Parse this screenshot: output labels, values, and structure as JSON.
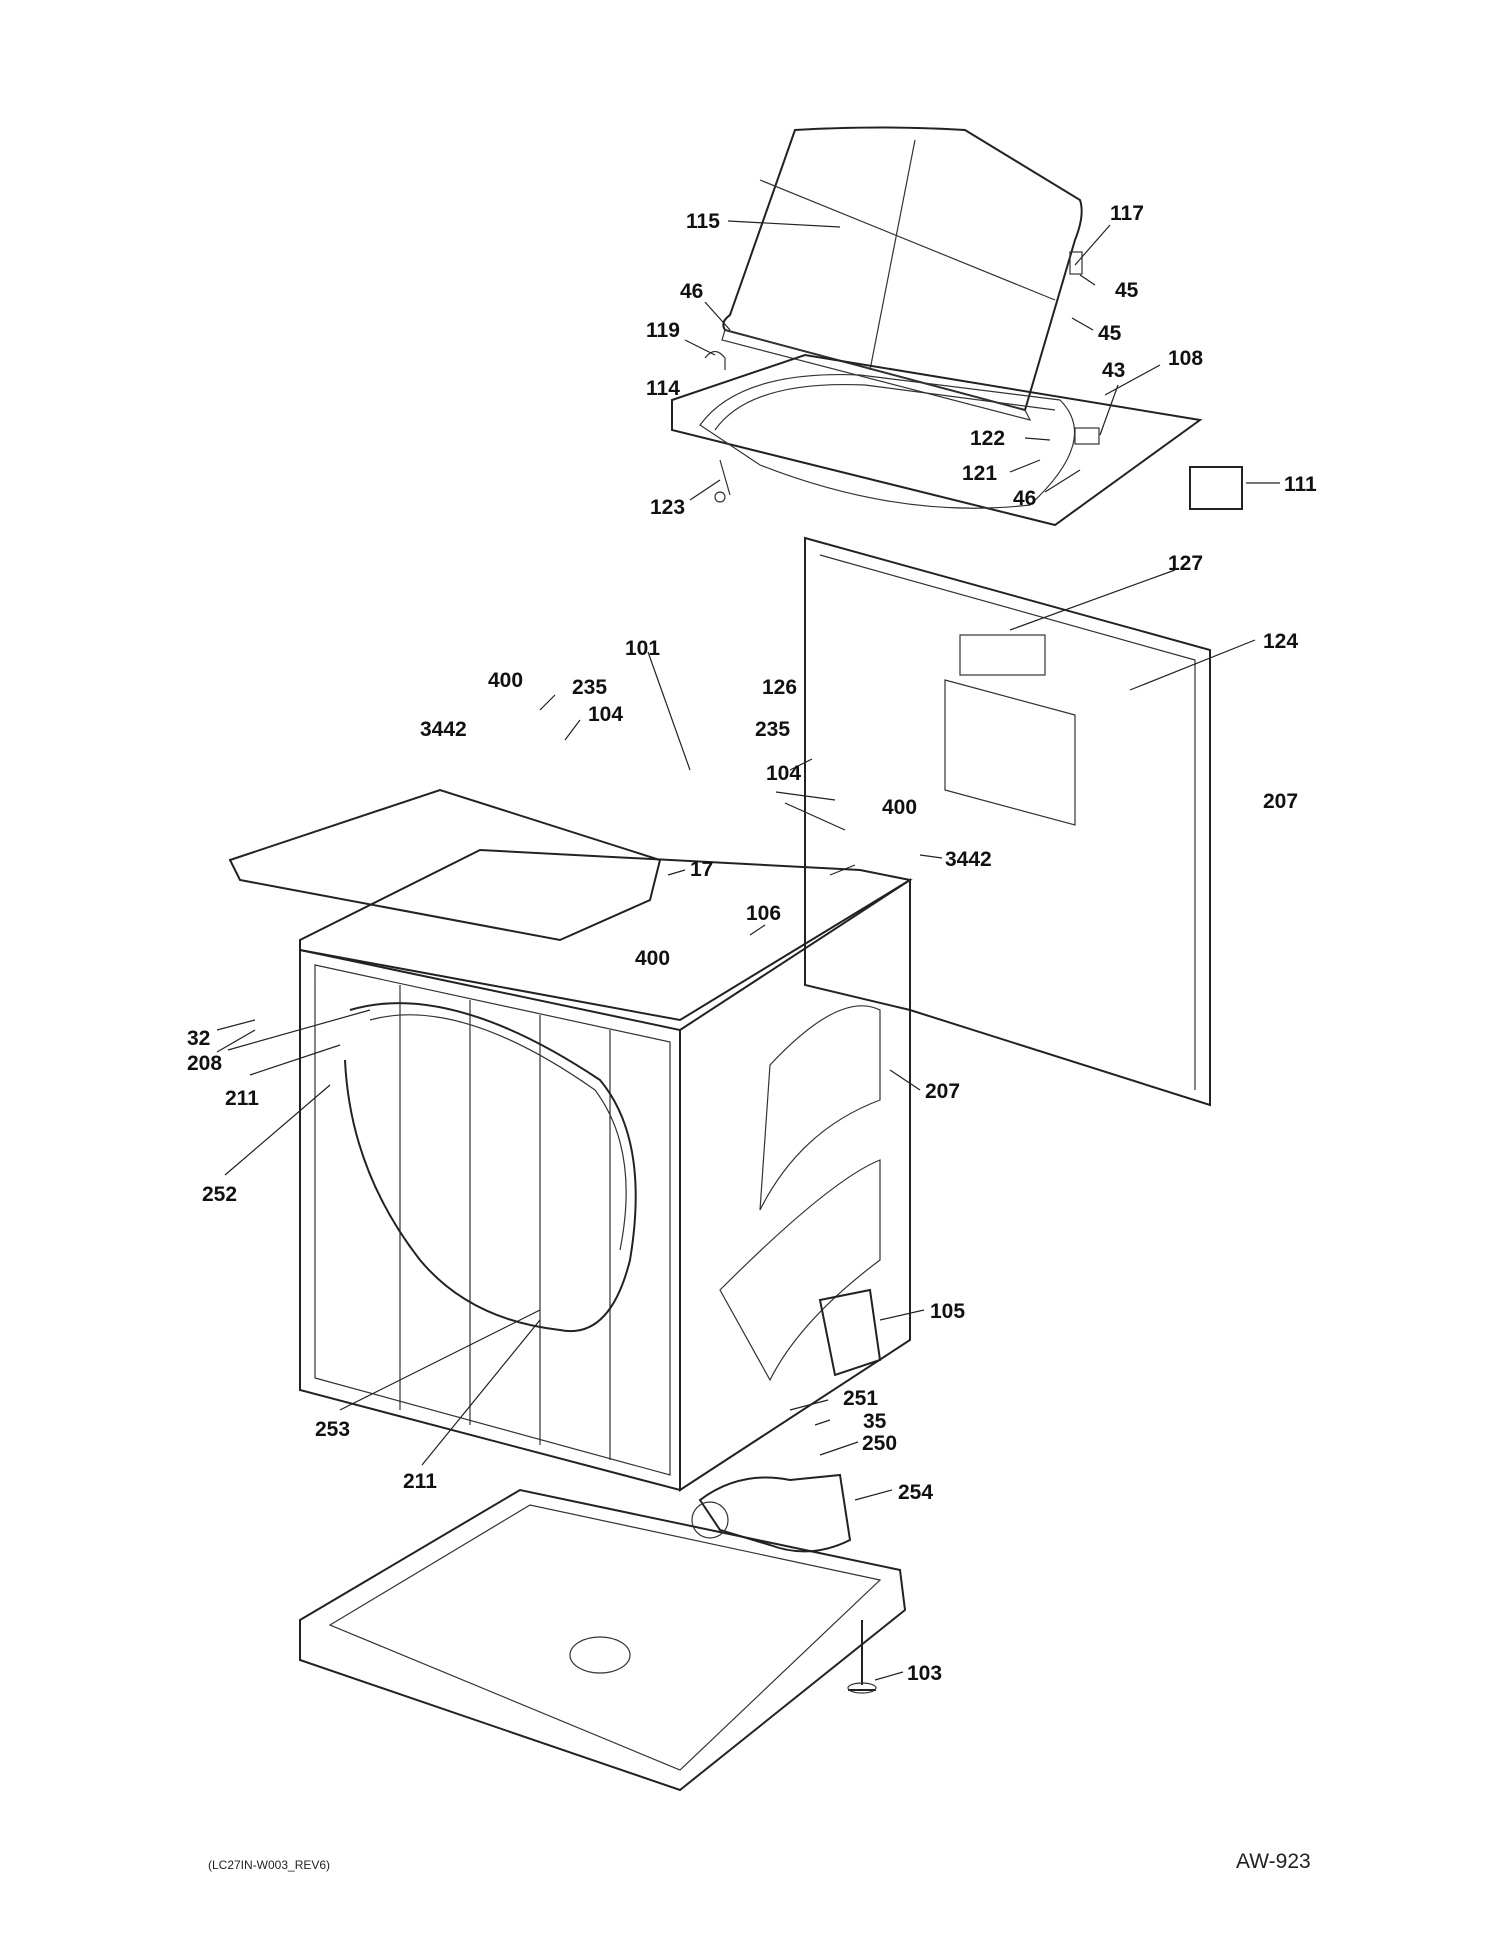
{
  "diagram": {
    "callouts": [
      {
        "id": "115",
        "label": "115"
      },
      {
        "id": "117",
        "label": "117"
      },
      {
        "id": "45a",
        "label": "45"
      },
      {
        "id": "45b",
        "label": "45"
      },
      {
        "id": "46a",
        "label": "46"
      },
      {
        "id": "119",
        "label": "119"
      },
      {
        "id": "114",
        "label": "114"
      },
      {
        "id": "108",
        "label": "108"
      },
      {
        "id": "43",
        "label": "43"
      },
      {
        "id": "122",
        "label": "122"
      },
      {
        "id": "121",
        "label": "121"
      },
      {
        "id": "46b",
        "label": "46"
      },
      {
        "id": "111",
        "label": "111"
      },
      {
        "id": "123",
        "label": "123"
      },
      {
        "id": "127",
        "label": "127"
      },
      {
        "id": "124",
        "label": "124"
      },
      {
        "id": "101",
        "label": "101"
      },
      {
        "id": "400a",
        "label": "400"
      },
      {
        "id": "235a",
        "label": "235"
      },
      {
        "id": "104a",
        "label": "104"
      },
      {
        "id": "3442a",
        "label": "3442"
      },
      {
        "id": "126",
        "label": "126"
      },
      {
        "id": "235b",
        "label": "235"
      },
      {
        "id": "104b",
        "label": "104"
      },
      {
        "id": "400b",
        "label": "400"
      },
      {
        "id": "207a",
        "label": "207"
      },
      {
        "id": "3442b",
        "label": "3442"
      },
      {
        "id": "17",
        "label": "17"
      },
      {
        "id": "106",
        "label": "106"
      },
      {
        "id": "400c",
        "label": "400"
      },
      {
        "id": "32",
        "label": "32"
      },
      {
        "id": "208",
        "label": "208"
      },
      {
        "id": "211a",
        "label": "211"
      },
      {
        "id": "252",
        "label": "252"
      },
      {
        "id": "207b",
        "label": "207"
      },
      {
        "id": "105",
        "label": "105"
      },
      {
        "id": "253",
        "label": "253"
      },
      {
        "id": "251",
        "label": "251"
      },
      {
        "id": "35",
        "label": "35"
      },
      {
        "id": "250",
        "label": "250"
      },
      {
        "id": "211b",
        "label": "211"
      },
      {
        "id": "254",
        "label": "254"
      },
      {
        "id": "103",
        "label": "103"
      }
    ]
  },
  "footer": {
    "drawing_code": "(LC27IN-W003_REV6)",
    "sheet_id": "AW-923"
  }
}
